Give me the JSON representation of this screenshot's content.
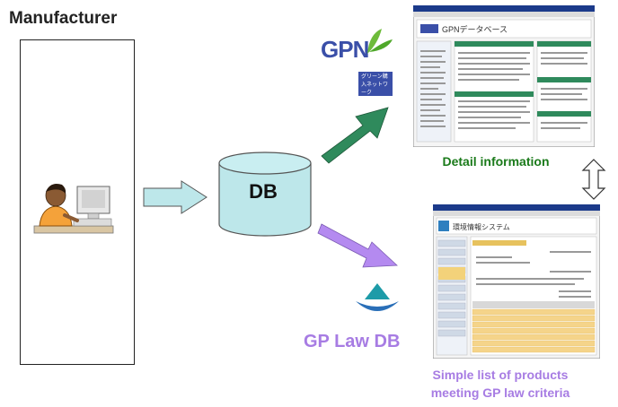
{
  "manufacturer": {
    "title": "Manufacturer"
  },
  "database": {
    "label": "DB"
  },
  "gpn": {
    "logo_text": "GPN",
    "logo_sub": "グリーン購入ネットワーク",
    "caption": "Detail information",
    "screenshot_title": "GPNデータベース"
  },
  "gplaw": {
    "title": "GP Law DB",
    "caption_line1": "Simple list of products",
    "caption_line2": "meeting GP law criteria",
    "screenshot_title": "環境情報システム"
  },
  "colors": {
    "arrow_fill": "#bde7ea",
    "green_arrow": "#2f8a5c",
    "purple_arrow": "#b48af0",
    "green_text": "#1a7a1a",
    "purple_text": "#a77ce3",
    "db_fill": "#bde7ea"
  }
}
